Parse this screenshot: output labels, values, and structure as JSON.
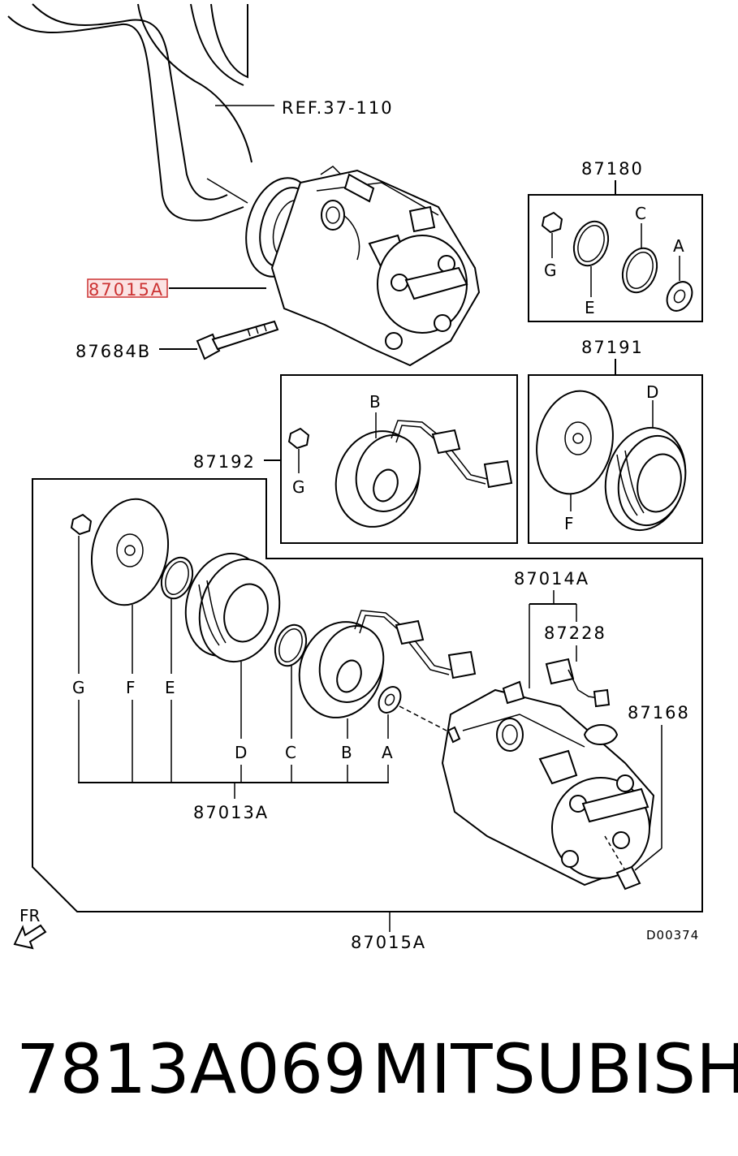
{
  "labels": {
    "ref": "REF.37-110",
    "kit_87180": "87180",
    "kit_87191": "87191",
    "kit_87192": "87192",
    "main_highlight": "87015A",
    "bolt": "87684B",
    "clutch_assy": "87013A",
    "coil_assy": "87014A",
    "harness": "87228",
    "valve": "87168",
    "compressor_bottom": "87015A",
    "drawing_code": "D00374",
    "fr": "FR"
  },
  "letters": {
    "k180_g": "G",
    "k180_e": "E",
    "k180_c": "C",
    "k180_a": "A",
    "k191_d": "D",
    "k191_f": "F",
    "k192_b": "B",
    "k192_g": "G",
    "row_g": "G",
    "row_f": "F",
    "row_e": "E",
    "row_d": "D",
    "row_c": "C",
    "row_b": "B",
    "row_a": "A"
  },
  "footer": {
    "part_number": "7813A069",
    "brand": "MITSUBISHI"
  },
  "colors": {
    "highlight": "#cc3333",
    "highlight_fill": "#fbe3e3"
  }
}
